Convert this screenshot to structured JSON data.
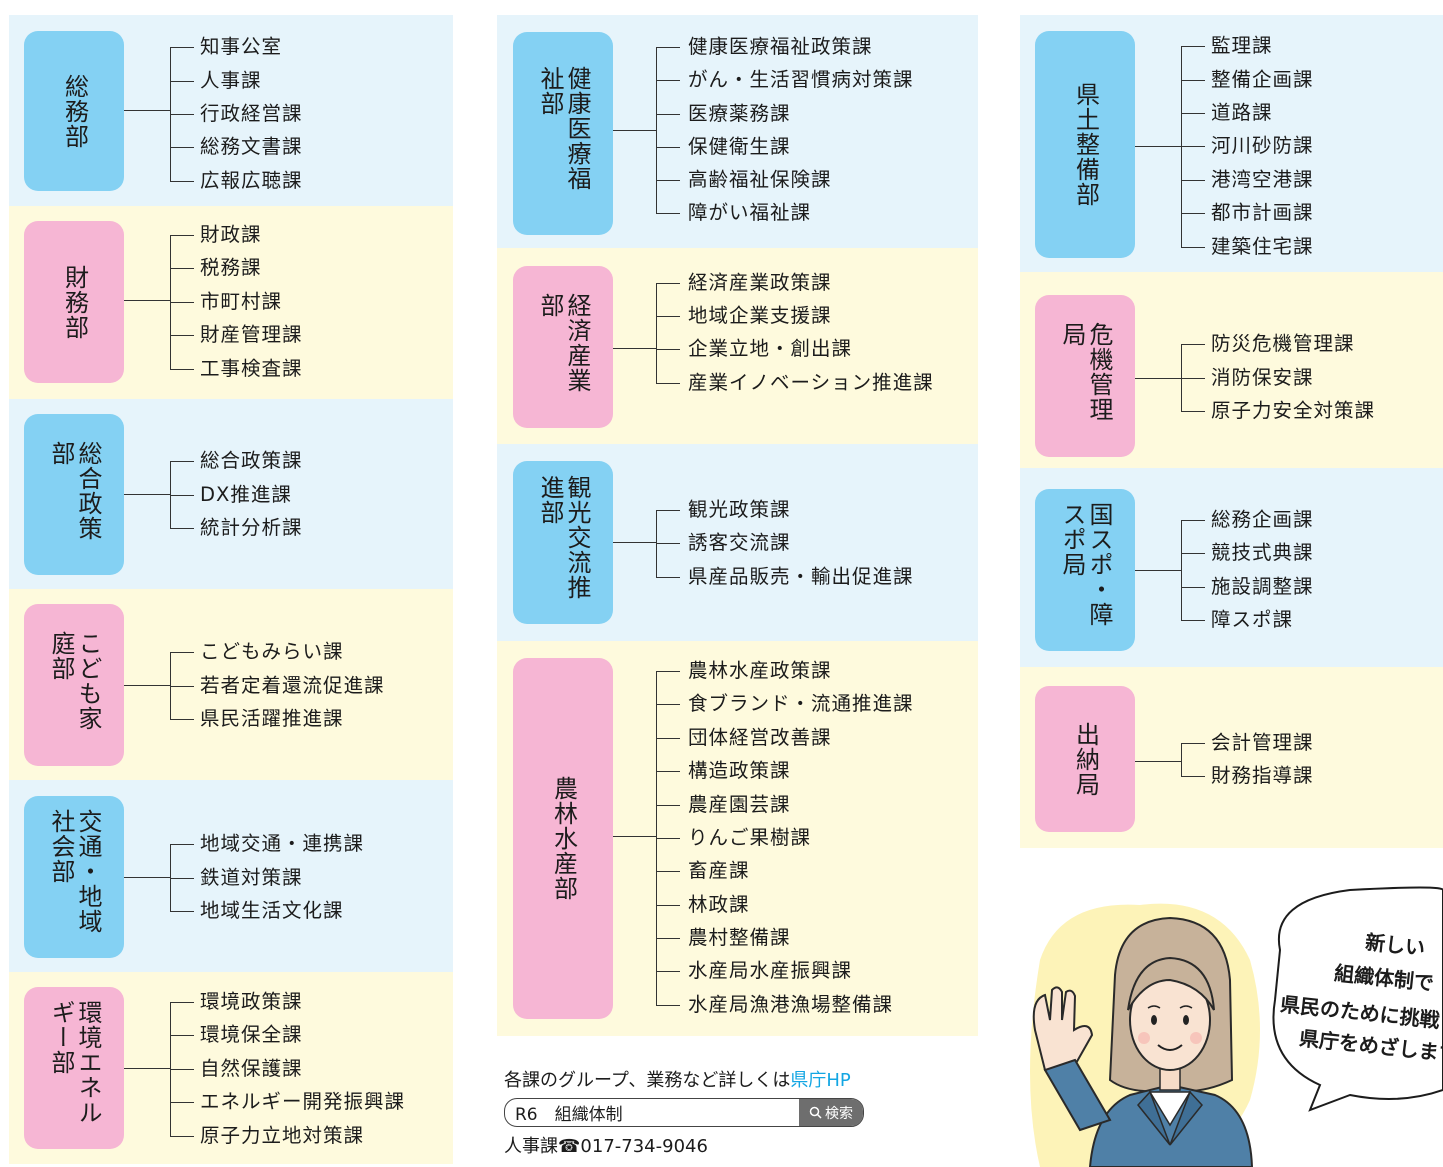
{
  "colors": {
    "blue_bg": "#e6f4fb",
    "yellow_bg": "#fefadd",
    "blue_box": "#84d1f3",
    "pink_box": "#f6b6d4",
    "link": "#13a6e3"
  },
  "columns": [
    {
      "departments": [
        {
          "name": "総務部",
          "theme": "blue",
          "sections": [
            "知事公室",
            "人事課",
            "行政経営課",
            "総務文書課",
            "広報広聴課"
          ]
        },
        {
          "name": "財務部",
          "theme": "pink",
          "sections": [
            "財政課",
            "税務課",
            "市町村課",
            "財産管理課",
            "工事検査課"
          ]
        },
        {
          "name": "総合政策部",
          "theme": "blue",
          "sections": [
            "総合政策課",
            "DX推進課",
            "統計分析課"
          ]
        },
        {
          "name": "こども家庭部",
          "theme": "pink",
          "sections": [
            "こどもみらい課",
            "若者定着還流促進課",
            "県民活躍推進課"
          ]
        },
        {
          "name": "交通・地域社会部",
          "theme": "blue",
          "sections": [
            "地域交通・連携課",
            "鉄道対策課",
            "地域生活文化課"
          ]
        },
        {
          "name": "環境エネルギー部",
          "theme": "pink",
          "sections": [
            "環境政策課",
            "環境保全課",
            "自然保護課",
            "エネルギー開発振興課",
            "原子力立地対策課"
          ]
        }
      ]
    },
    {
      "departments": [
        {
          "name": "健康医療福祉部",
          "theme": "blue",
          "sections": [
            "健康医療福祉政策課",
            "がん・生活習慣病対策課",
            "医療薬務課",
            "保健衛生課",
            "高齢福祉保険課",
            "障がい福祉課"
          ]
        },
        {
          "name": "経済産業部",
          "theme": "pink",
          "sections": [
            "経済産業政策課",
            "地域企業支援課",
            "企業立地・創出課",
            "産業イノベーション推進課"
          ]
        },
        {
          "name": "観光交流推進部",
          "theme": "blue",
          "sections": [
            "観光政策課",
            "誘客交流課",
            "県産品販売・輸出促進課"
          ]
        },
        {
          "name": "農林水産部",
          "theme": "pink",
          "sections": [
            "農林水産政策課",
            "食ブランド・流通推進課",
            "団体経営改善課",
            "構造政策課",
            "農産園芸課",
            "りんご果樹課",
            "畜産課",
            "林政課",
            "農村整備課",
            "水産局水産振興課",
            "水産局漁港漁場整備課"
          ]
        }
      ]
    },
    {
      "departments": [
        {
          "name": "県土整備部",
          "theme": "blue",
          "sections": [
            "監理課",
            "整備企画課",
            "道路課",
            "河川砂防課",
            "港湾空港課",
            "都市計画課",
            "建築住宅課"
          ]
        },
        {
          "name": "危機管理局",
          "theme": "pink",
          "sections": [
            "防災危機管理課",
            "消防保安課",
            "原子力安全対策課"
          ]
        },
        {
          "name": "国スポ・障スポ局",
          "theme": "blue",
          "sections": [
            "総務企画課",
            "競技式典課",
            "施設調整課",
            "障スポ課"
          ]
        },
        {
          "name": "出納局",
          "theme": "pink",
          "sections": [
            "会計管理課",
            "財務指導課"
          ]
        }
      ]
    }
  ],
  "footer": {
    "info_prefix": "各課のグループ、業務など詳しくは",
    "info_link": "県庁HP",
    "search_text": "R6　組織体制",
    "search_button": "検索",
    "contact": "人事課☎017-734-9046"
  },
  "bubble": {
    "lines": [
      "新しい",
      "組織体制で",
      "県民のために挑戦",
      "県庁をめざします"
    ]
  }
}
